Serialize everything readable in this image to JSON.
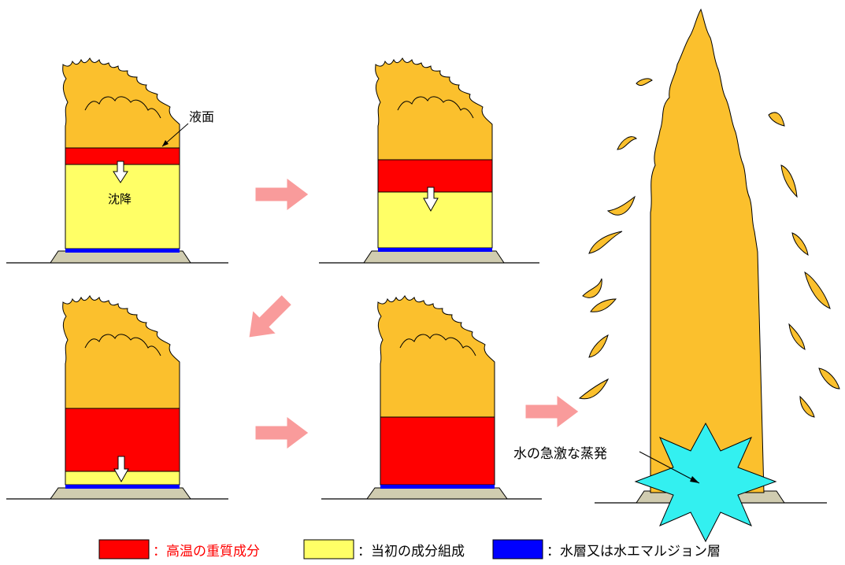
{
  "labels": {
    "liquid_surface": "液面",
    "settling": "沈降",
    "rapid_boil": "水の急激な蒸発"
  },
  "legend": [
    {
      "label": "：高温の重質成分",
      "swatch": "#ff0000",
      "text_color": "#ff0000"
    },
    {
      "label": "：当初の成分組成",
      "swatch": "#ffff66",
      "text_color": "#000000"
    },
    {
      "label": "：水層又は水エマルジョン層",
      "swatch": "#0000ff",
      "text_color": "#000000"
    }
  ],
  "colors": {
    "flame": "#fbc02d",
    "hot_heavy": "#ff0000",
    "original": "#ffff66",
    "water": "#0000ff",
    "base": "#d0ccb0",
    "arrow": "#f99b9b",
    "burst": "#33f0f0"
  },
  "stages": [
    {
      "name": "stage-1",
      "hot_layer_fraction": 0.12,
      "original_layer_fraction": 0.85
    },
    {
      "name": "stage-2",
      "hot_layer_fraction": 0.32,
      "original_layer_fraction": 0.53
    },
    {
      "name": "stage-3",
      "hot_layer_fraction": 0.76,
      "original_layer_fraction": 0.13
    },
    {
      "name": "stage-4",
      "hot_layer_fraction": 0.89,
      "original_layer_fraction": 0.0
    }
  ]
}
